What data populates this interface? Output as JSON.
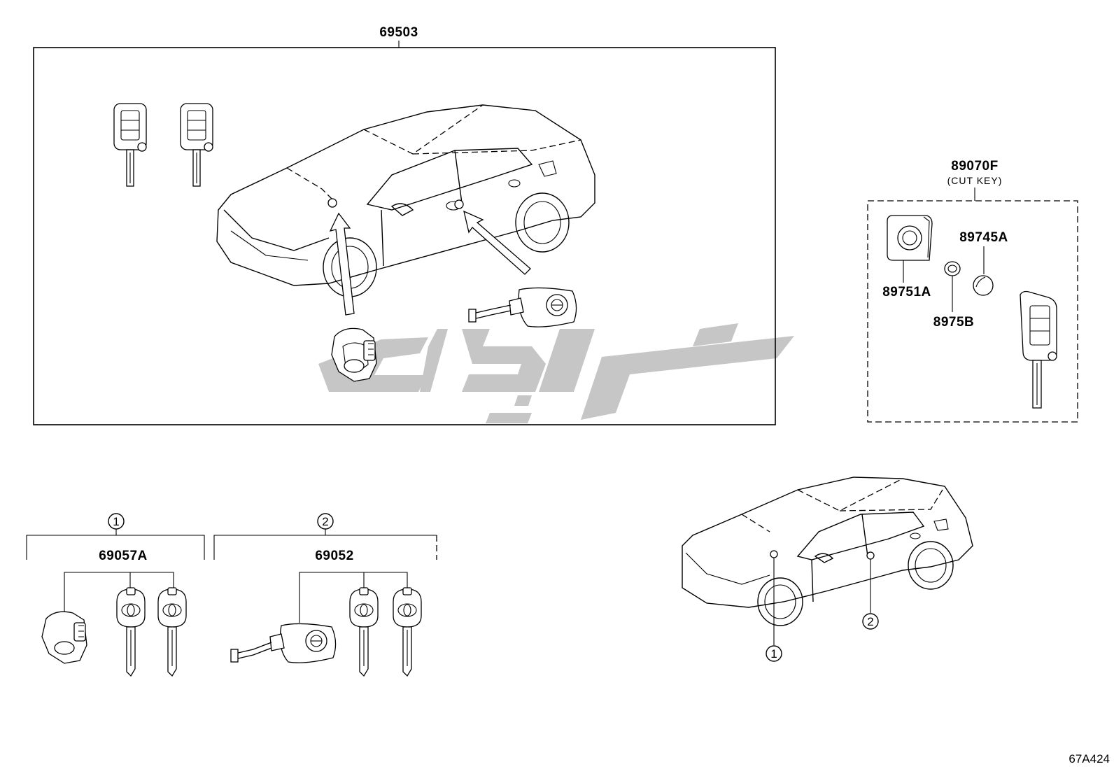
{
  "main_group": {
    "label": "69503"
  },
  "cut_key_group": {
    "label": "89070F",
    "sublabel": "(CUT KEY)"
  },
  "cut_key_parts": [
    {
      "label": "89751A"
    },
    {
      "label": "89745A"
    },
    {
      "label": "8975B"
    }
  ],
  "group_1": {
    "callout": "1",
    "label": "69057A"
  },
  "group_2": {
    "callout": "2",
    "label": "69052"
  },
  "car_callouts": [
    {
      "number": "1"
    },
    {
      "number": "2"
    }
  ],
  "diagram_code": "67A424",
  "colors": {
    "line": "#000000",
    "watermark": "#c6c6c6",
    "background": "#ffffff"
  },
  "icons": [
    "flip-key-icon",
    "car-outline-icon",
    "ignition-cylinder-icon",
    "door-lock-cylinder-icon",
    "blade-key-icon",
    "battery-cell-icon",
    "key-cover-icon",
    "arrow-icon",
    "watermark-logo"
  ]
}
